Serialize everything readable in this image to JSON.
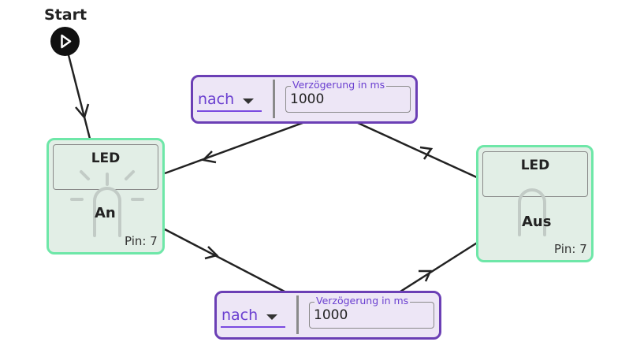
{
  "start": {
    "label": "Start",
    "icon": "play-icon"
  },
  "states": {
    "on": {
      "type_label": "LED",
      "state_label": "An",
      "pin_label": "Pin: 7",
      "icon": "led-lit-icon"
    },
    "off": {
      "type_label": "LED",
      "state_label": "Aus",
      "pin_label": "Pin: 7",
      "icon": "led-off-icon"
    }
  },
  "transitions": {
    "top": {
      "mode": "nach",
      "delay_label": "Verzögerung in ms",
      "delay_value": "1000"
    },
    "bottom": {
      "mode": "nach",
      "delay_label": "Verzögerung in ms",
      "delay_value": "1000"
    }
  },
  "colors": {
    "state_border": "#6ee7a8",
    "state_bg": "#e2eee6",
    "transition_border": "#6b3fb5",
    "transition_bg": "#ede6f6",
    "accent_text": "#6a3fd0"
  }
}
